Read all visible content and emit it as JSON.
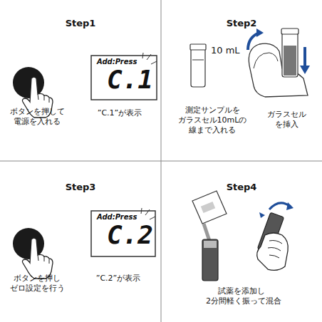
{
  "diagram": {
    "nodes": [
      {
        "text": [
          "Step1",
          "ボタンを押して 電源を入れる",
          "”C.1”が表示"
        ]
      },
      {
        "text": [
          "Step2",
          "測定サンプルを ガラスセル10mLの 線まで入れる",
          "ガラスセル を挿入"
        ]
      },
      {
        "text": [
          "Step3",
          "ボタンを押し ゼロ設定を行う",
          "”C.2”が表示"
        ]
      },
      {
        "text": [
          "Step4",
          "試薬を添加し 2分間軽く振って混合"
        ]
      }
    ],
    "labels": [
      "Add:Press",
      "C.1",
      "10 mL",
      "Add:Press",
      "C.2"
    ]
  }
}
